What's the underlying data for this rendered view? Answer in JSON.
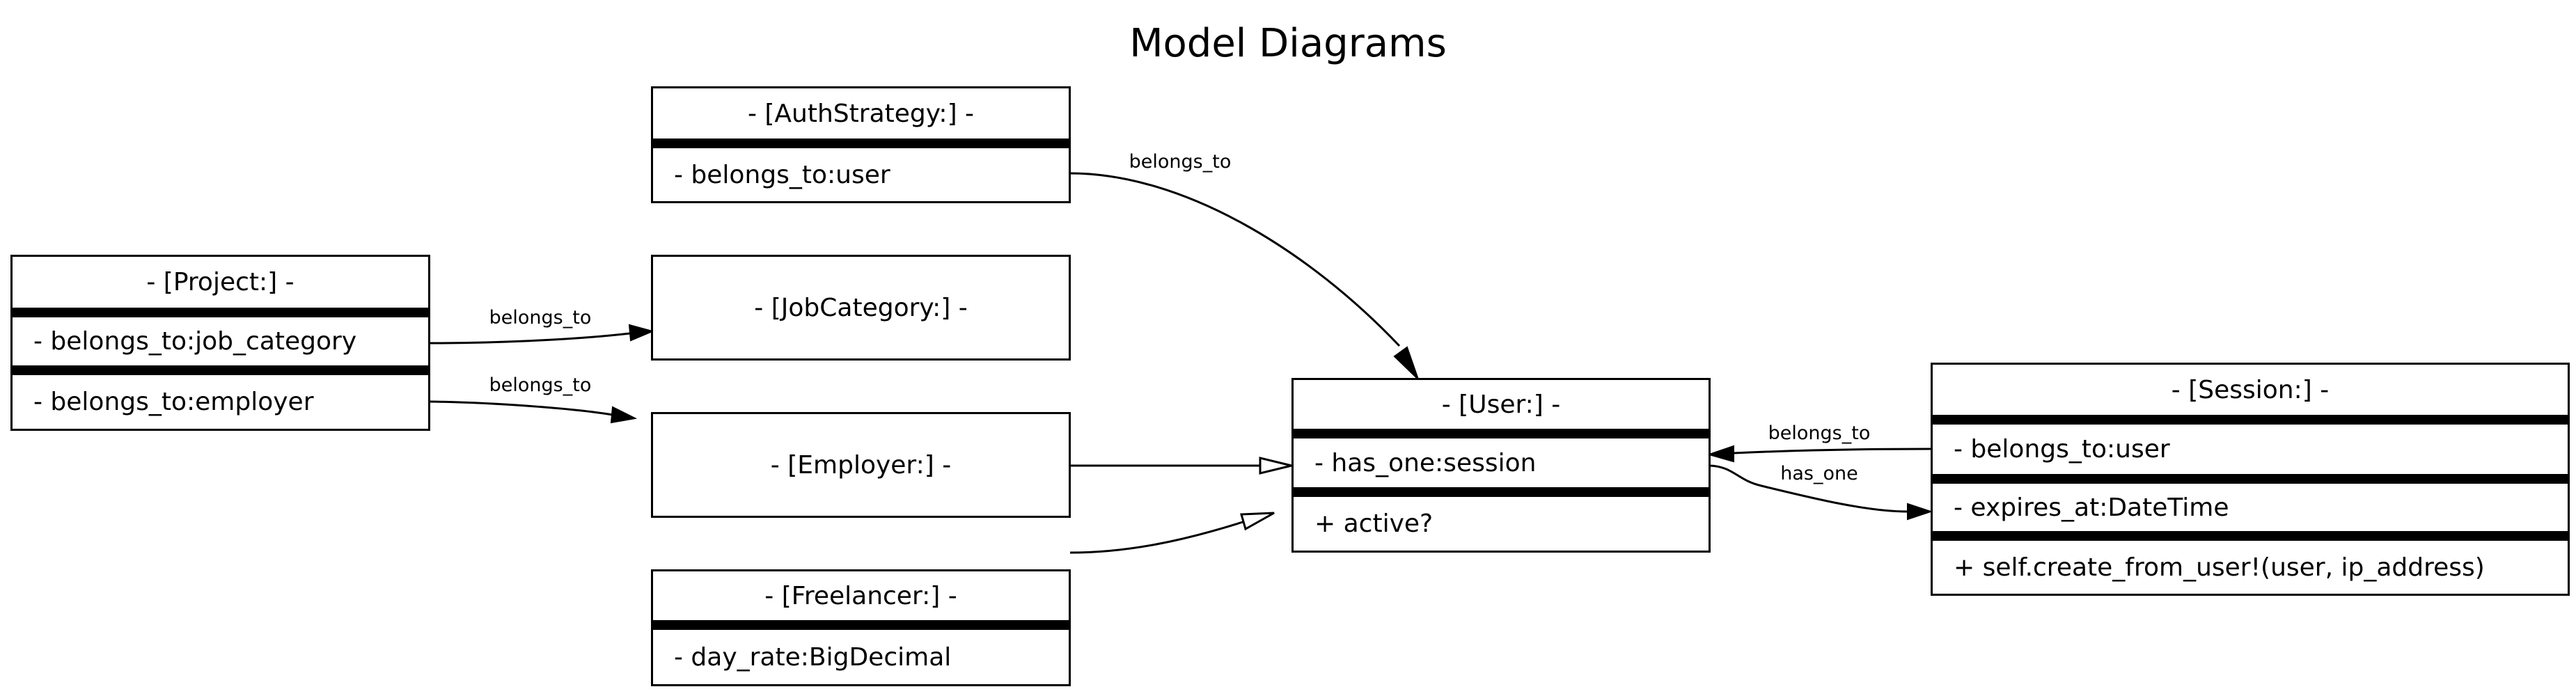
{
  "title": "Model Diagrams",
  "nodes": {
    "auth_strategy": {
      "name": "- [AuthStrategy:] -",
      "rows": [
        "- belongs_to:user"
      ]
    },
    "project": {
      "name": "- [Project:] -",
      "rows": [
        "- belongs_to:job_category",
        "- belongs_to:employer"
      ]
    },
    "job_category": {
      "name": "- [JobCategory:] -"
    },
    "employer": {
      "name": "- [Employer:] -"
    },
    "freelancer": {
      "name": "- [Freelancer:] -",
      "rows": [
        "- day_rate:BigDecimal"
      ]
    },
    "user": {
      "name": "- [User:] -",
      "rows": [
        "- has_one:session",
        "+ active?"
      ]
    },
    "session": {
      "name": "- [Session:] -",
      "rows": [
        "- belongs_to:user",
        "- expires_at:DateTime",
        "+ self.create_from_user!(user, ip_address)"
      ]
    }
  },
  "edges": {
    "auth_to_user": "belongs_to",
    "project_to_jobcat": "belongs_to",
    "project_to_employer": "belongs_to",
    "session_to_user": "belongs_to",
    "user_to_session": "has_one"
  }
}
